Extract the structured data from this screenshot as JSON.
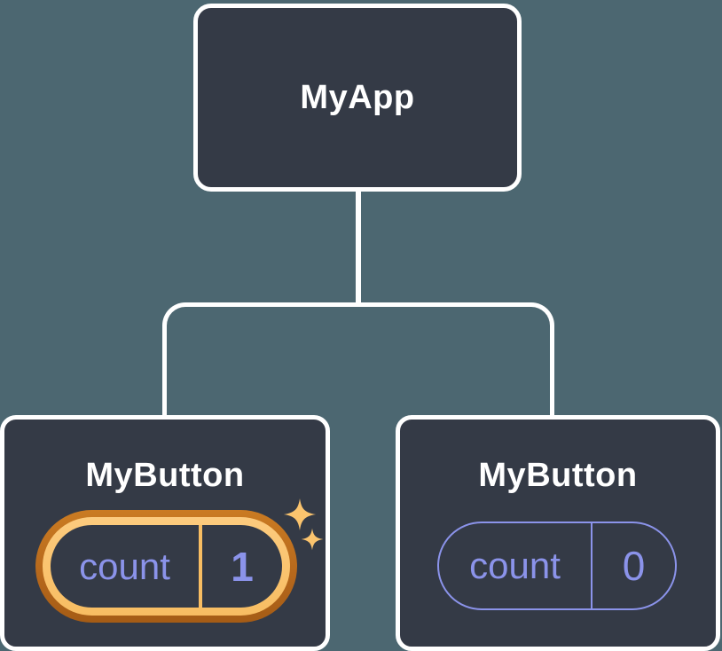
{
  "colors": {
    "background": "#4c6771",
    "node_fill": "#343a46",
    "connector": "#ffffff",
    "state_accent": "#8b93ea",
    "highlight_gold": "#fbc46e",
    "highlight_orange": "#b5671c"
  },
  "icons": {
    "sparkle": "✦"
  },
  "root": {
    "label": "MyApp"
  },
  "children": [
    {
      "label": "MyButton",
      "state": {
        "key": "count",
        "value": "1"
      },
      "highlighted": true
    },
    {
      "label": "MyButton",
      "state": {
        "key": "count",
        "value": "0"
      },
      "highlighted": false
    }
  ]
}
